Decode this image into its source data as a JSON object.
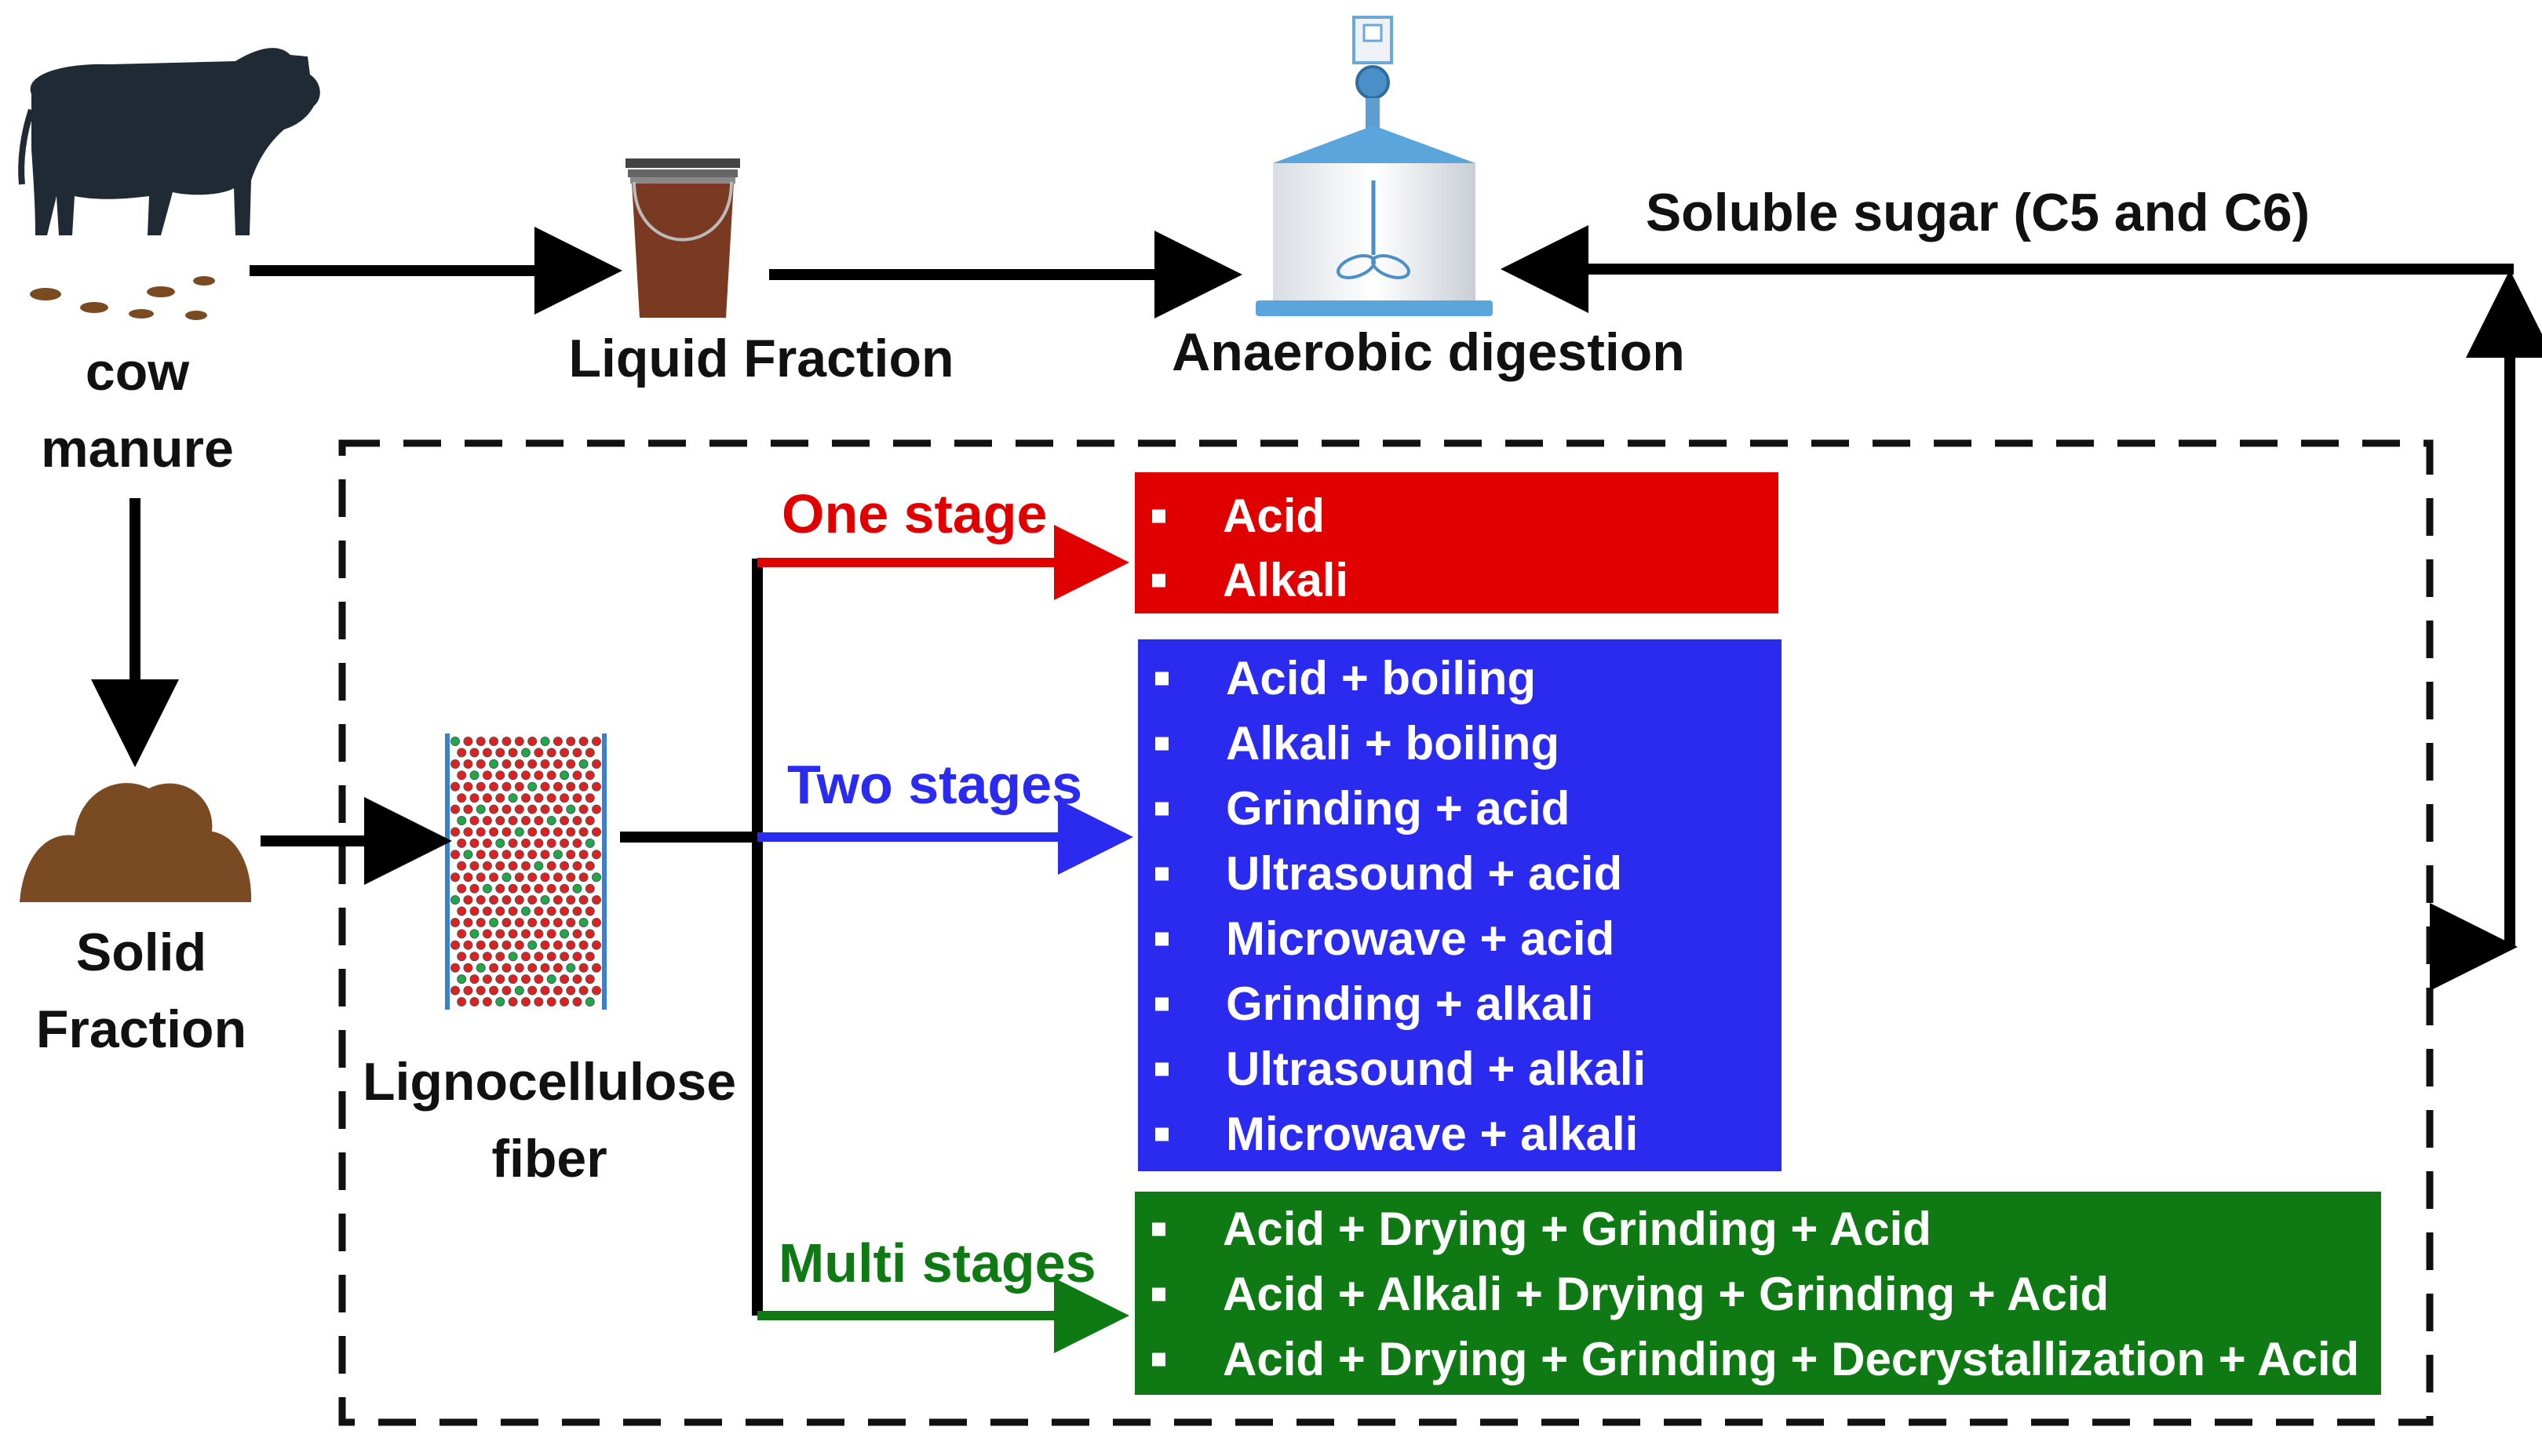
{
  "labels": {
    "cow_manure": "cow\nmanure",
    "liquid_fraction": "Liquid Fraction",
    "anaerobic_digestion": "Anaerobic digestion",
    "soluble_sugar": "Soluble sugar (C5 and C6)",
    "solid_fraction": "Solid\nFraction",
    "lignocellulose_fiber": "Lignocellulose\nfiber"
  },
  "stages": {
    "one": {
      "label": "One stage",
      "color": "#e00000",
      "items": [
        "Acid",
        "Alkali"
      ]
    },
    "two": {
      "label": "Two stages",
      "color": "#2b2bf0",
      "items": [
        "Acid + boiling",
        "Alkali + boiling",
        "Grinding + acid",
        "Ultrasound + acid",
        "Microwave + acid",
        "Grinding + alkali",
        "Ultrasound + alkali",
        "Microwave + alkali"
      ]
    },
    "multi": {
      "label": "Multi stages",
      "color": "#0f7a14",
      "items": [
        "Acid + Drying + Grinding + Acid",
        "Acid + Alkali + Drying + Grinding + Acid",
        "Acid + Drying + Grinding + Decrystallization + Acid"
      ]
    }
  },
  "icons": [
    "cow-icon",
    "manure-pile-icon",
    "bucket-icon",
    "digester-tank-icon",
    "fiber-lattice-icon"
  ]
}
